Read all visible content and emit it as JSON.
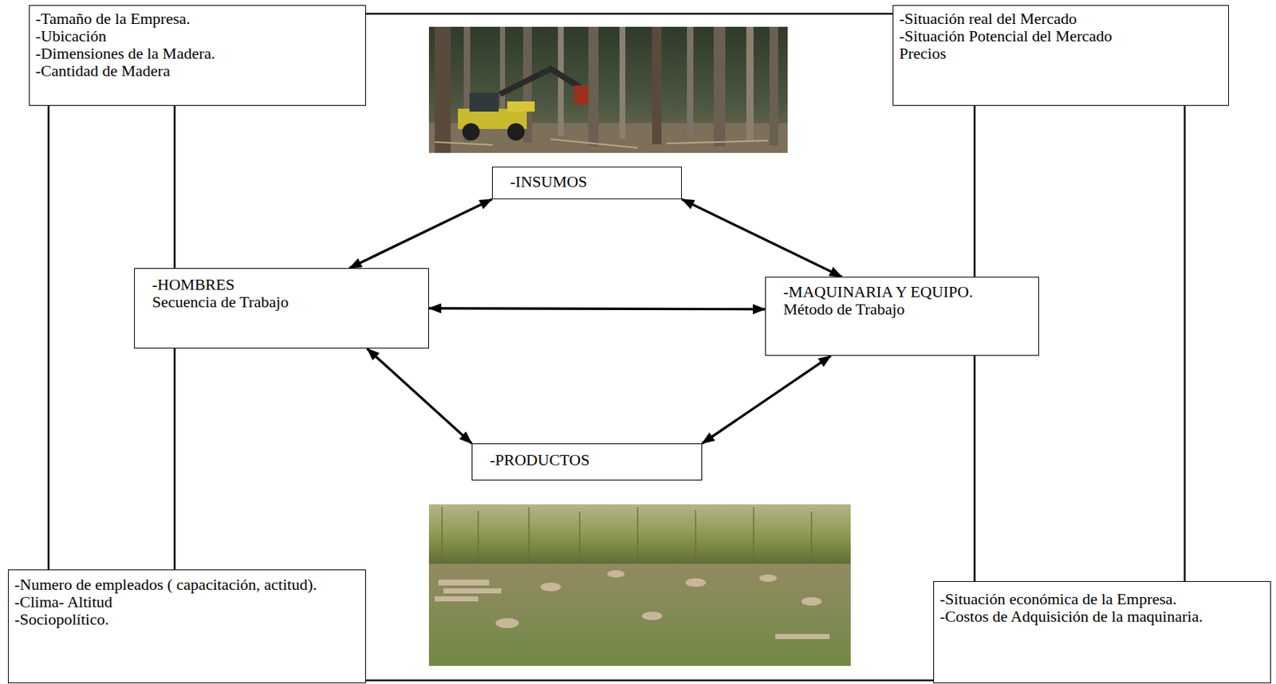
{
  "diagram": {
    "nodes": [
      {
        "text": [
          "-Tamaño de la Empresa.",
          "-Ubicación",
          "-Dimensiones de la Madera.",
          "-Cantidad de Madera"
        ]
      },
      {
        "text": [
          "-Situación  real del Mercado",
          "-Situación Potencial del Mercado",
          "Precios"
        ]
      },
      {
        "text": [
          "-INSUMOS"
        ]
      },
      {
        "text": [
          "-HOMBRES",
          "Secuencia de Trabajo"
        ]
      },
      {
        "text": [
          "-MAQUINARIA Y EQUIPO.",
          "Método de Trabajo"
        ]
      },
      {
        "text": [
          "-PRODUCTOS"
        ]
      },
      {
        "text": [
          "-Numero de empleados ( capacitación, actitud).",
          "-Clima- Altitud",
          "-Sociopolítico."
        ]
      },
      {
        "text": [
          "-Situación económica de la Empresa.",
          "-Costos de Adquisición de la maquinaria."
        ]
      }
    ],
    "edges": [
      {
        "from": 0,
        "to": 1,
        "arrow": "none"
      },
      {
        "from": 0,
        "to": 6,
        "arrow": "none"
      },
      {
        "from": 0,
        "to": 3,
        "arrow": "none"
      },
      {
        "from": 3,
        "to": 6,
        "arrow": "none"
      },
      {
        "from": 1,
        "to": 4,
        "arrow": "none"
      },
      {
        "from": 4,
        "to": 7,
        "arrow": "none"
      },
      {
        "from": 1,
        "to": 7,
        "arrow": "none"
      },
      {
        "from": 6,
        "to": 7,
        "arrow": "none"
      },
      {
        "from": 2,
        "to": 3,
        "arrow": "both"
      },
      {
        "from": 2,
        "to": 4,
        "arrow": "both"
      },
      {
        "from": 3,
        "to": 4,
        "arrow": "both"
      },
      {
        "from": 3,
        "to": 5,
        "arrow": "both"
      },
      {
        "from": 4,
        "to": 5,
        "arrow": "both"
      }
    ]
  }
}
